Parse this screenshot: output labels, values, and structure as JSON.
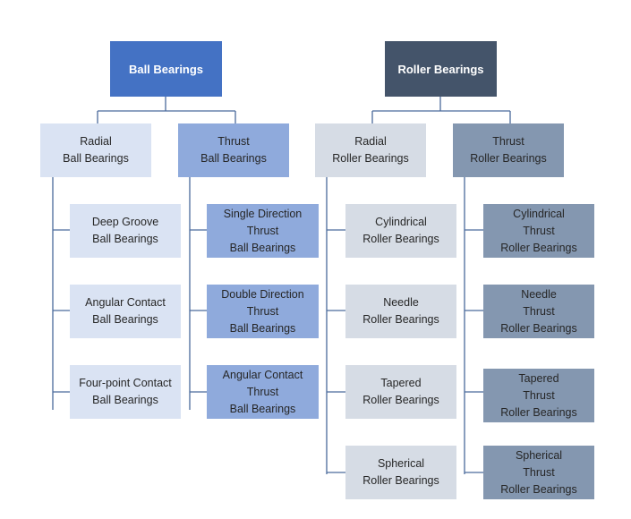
{
  "ball": {
    "title": "Ball Bearings",
    "radial": {
      "line1": "Radial",
      "line2": "Ball Bearings"
    },
    "thrust": {
      "line1": "Thrust",
      "line2": "Ball Bearings"
    },
    "radial_items": [
      {
        "line1": "Deep Groove",
        "line2": "Ball Bearings"
      },
      {
        "line1": "Angular Contact",
        "line2": "Ball Bearings"
      },
      {
        "line1": "Four-point Contact",
        "line2": "Ball Bearings"
      }
    ],
    "thrust_items": [
      {
        "line1": "Single Direction",
        "line2": "Thrust",
        "line3": "Ball Bearings"
      },
      {
        "line1": "Double Direction",
        "line2": "Thrust",
        "line3": "Ball Bearings"
      },
      {
        "line1": "Angular Contact",
        "line2": "Thrust",
        "line3": "Ball Bearings"
      }
    ]
  },
  "roller": {
    "title": "Roller Bearings",
    "radial": {
      "line1": "Radial",
      "line2": "Roller Bearings"
    },
    "thrust": {
      "line1": "Thrust",
      "line2": "Roller Bearings"
    },
    "radial_items": [
      {
        "line1": "Cylindrical",
        "line2": "Roller Bearings"
      },
      {
        "line1": "Needle",
        "line2": "Roller Bearings"
      },
      {
        "line1": "Tapered",
        "line2": "Roller Bearings"
      },
      {
        "line1": "Spherical",
        "line2": "Roller Bearings"
      }
    ],
    "thrust_items": [
      {
        "line1": "Cylindrical",
        "line2": "Thrust",
        "line3": "Roller Bearings"
      },
      {
        "line1": "Needle",
        "line2": "Thrust",
        "line3": "Roller Bearings"
      },
      {
        "line1": "Tapered",
        "line2": "Thrust",
        "line3": "Roller Bearings"
      },
      {
        "line1": "Spherical",
        "line2": "Thrust",
        "line3": "Roller Bearings"
      }
    ]
  }
}
